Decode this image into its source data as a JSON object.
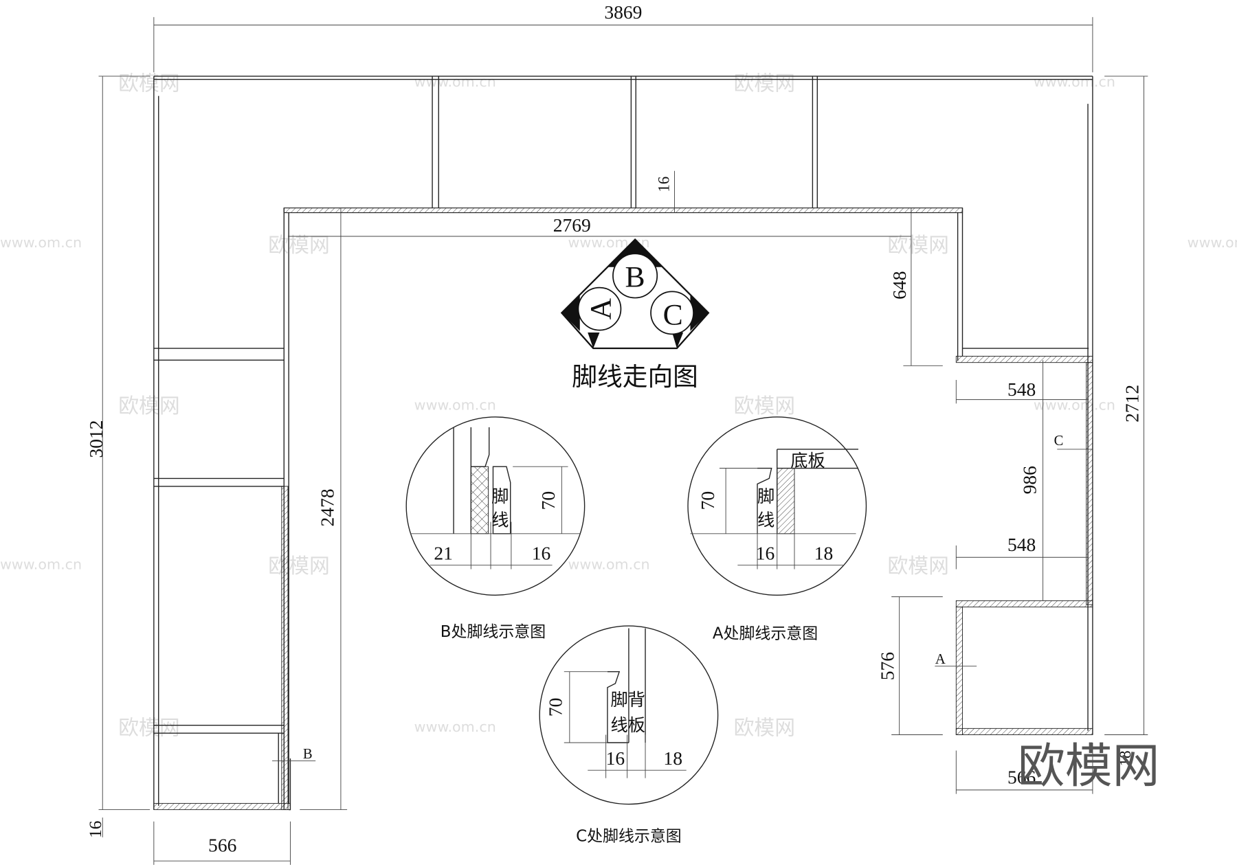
{
  "dimensions": {
    "overall_width": "3869",
    "overall_height_left": "3012",
    "overall_height_right": "2712",
    "inner_width": "2769",
    "top_panel": "16",
    "left_height": "2478",
    "left_bottom_panel": "16",
    "left_depth": "566",
    "right_top_gap": "648",
    "right_step_top": "548",
    "right_mid": "986",
    "right_step_bottom": "548",
    "right_bottom_cab": "576",
    "right_bottom_depth": "566",
    "right_bottom_panel": "18"
  },
  "section_marks": {
    "a": "A",
    "b": "B",
    "c": "C"
  },
  "direction_symbol": {
    "a": "A",
    "b": "B",
    "c": "C",
    "title": "脚线走向图"
  },
  "details": {
    "b": {
      "height": "70",
      "dim_left": "21",
      "dim_right": "16",
      "label_1": "脚",
      "label_2": "线",
      "caption": "B处脚线示意图"
    },
    "a": {
      "height": "70",
      "dim_left": "16",
      "dim_right": "18",
      "label_1": "脚",
      "label_2": "线",
      "board": "底板",
      "caption": "A处脚线示意图"
    },
    "c": {
      "height": "70",
      "dim_left": "16",
      "dim_right": "18",
      "label_1": "脚背",
      "label_2": "线板",
      "caption": "C处脚线示意图"
    }
  },
  "watermark": {
    "logo": "欧模网",
    "site": "www.om.cn"
  }
}
